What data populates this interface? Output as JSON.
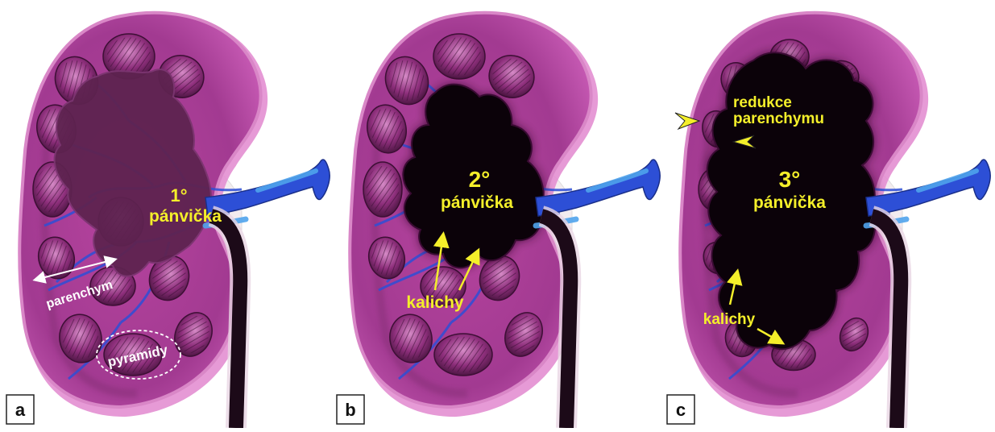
{
  "panels": [
    {
      "letter": "a",
      "grade": "1°",
      "pelvis": "pánvička",
      "parenchyma": "parenchym",
      "pyramids": "pyramidy"
    },
    {
      "letter": "b",
      "grade": "2°",
      "pelvis": "pánvička",
      "calyces": "kalichy"
    },
    {
      "letter": "c",
      "grade": "3°",
      "pelvis": "pánvička",
      "calyces": "kalichy",
      "reduction_line1": "redukce",
      "reduction_line2": "parenchymu"
    }
  ],
  "colors": {
    "kidney_outer": "#c94fb2",
    "kidney_inner": "#a93b96",
    "cortex_rim": "#e38fd1",
    "pelvis_grade1": "#5e2350",
    "pelvis_dark": "#0b0209",
    "vessel_blue": "#2d4fd6",
    "vessel_light": "#4fa3ec",
    "ureter": "#1c0a18",
    "label_yellow": "#f4ef2a"
  }
}
